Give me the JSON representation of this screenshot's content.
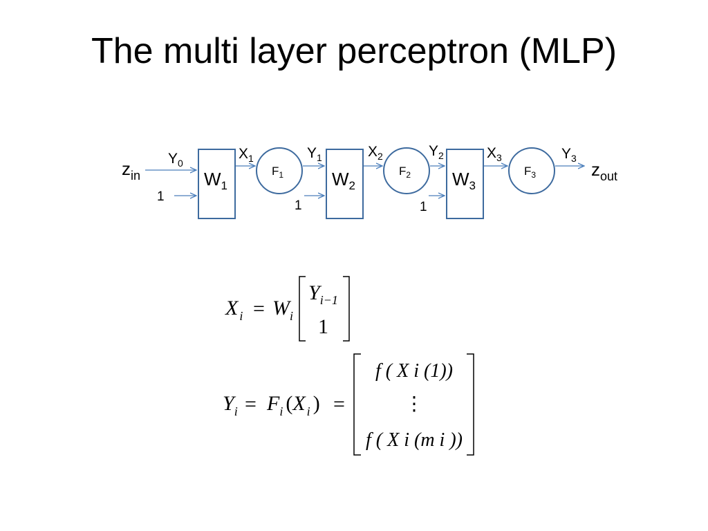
{
  "title": "The multi layer perceptron (MLP)",
  "colors": {
    "stroke": "#3d6a9e",
    "arrow": "#4a7ebb",
    "text": "#000000"
  },
  "diagram": {
    "input": {
      "base": "z",
      "sub": "in"
    },
    "output": {
      "base": "z",
      "sub": "out"
    },
    "bias": "1",
    "signals": [
      {
        "base": "Y",
        "sub": "0"
      },
      {
        "base": "X",
        "sub": "1"
      },
      {
        "base": "Y",
        "sub": "1"
      },
      {
        "base": "X",
        "sub": "2"
      },
      {
        "base": "Y",
        "sub": "2"
      },
      {
        "base": "X",
        "sub": "3"
      },
      {
        "base": "Y",
        "sub": "3"
      }
    ],
    "weight_blocks": [
      {
        "base": "W",
        "sub": "1"
      },
      {
        "base": "W",
        "sub": "2"
      },
      {
        "base": "W",
        "sub": "3"
      }
    ],
    "activations": [
      {
        "base": "F",
        "sub": "1"
      },
      {
        "base": "F",
        "sub": "2"
      },
      {
        "base": "F",
        "sub": "3"
      }
    ]
  },
  "equations": {
    "eq1": {
      "lhs": "X",
      "lhs_sub": "i",
      "eq": "=",
      "rhs": "W",
      "rhs_sub": "i",
      "vector": [
        {
          "base": "Y",
          "sub": "i−1"
        },
        {
          "base": "1",
          "sub": ""
        }
      ]
    },
    "eq2": {
      "lhs": "Y",
      "lhs_sub": "i",
      "eq": "=",
      "fn": "F",
      "fn_sub": "i",
      "arg": "X",
      "arg_sub": "i",
      "rows": [
        "f ( X i (1))",
        "⋮",
        "f ( X i (m i ))"
      ]
    }
  }
}
